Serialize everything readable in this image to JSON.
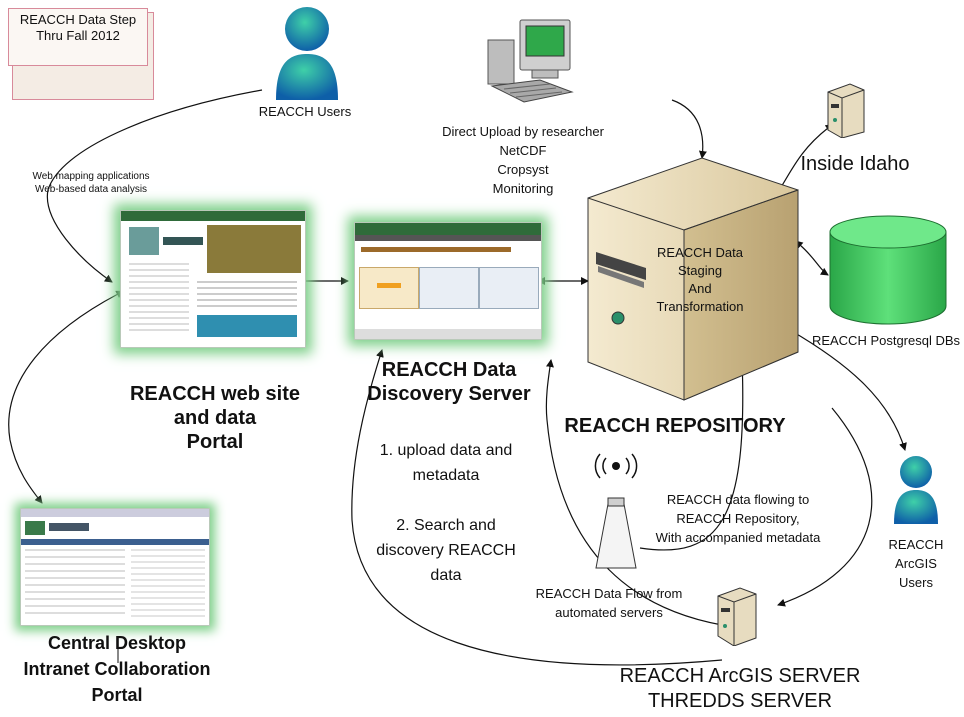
{
  "note": "REACCH Data Step\nThru\nFall 2012",
  "users": "REACCH Users",
  "web_notes": "Web mapping applications\nWeb-based data analysis",
  "upload_sources": "Direct Upload by researcher\nNetCDF\nCropsyst\nMonitoring",
  "inside_idaho": "Inside Idaho",
  "staging": "REACCH Data\nStaging\nAnd\nTransformation",
  "postgres": "REACCH Postgresql DBs",
  "web_portal": "REACCH web site\nand data\nPortal",
  "discovery": "REACCH Data\nDiscovery Server",
  "repository": "REACCH REPOSITORY",
  "steps": "1. upload data and\nmetadata\n\n2. Search and\ndiscovery REACCH\ndata",
  "flowing": "REACCH data flowing to\nREACCH Repository,\nWith accompanied metadata",
  "flow_from": "REACCH Data Flow from\nautomated servers",
  "arcgis_users": "REACCH\nArcGIS\nUsers",
  "arcgis_server": "REACCH ArcGIS SERVER\nTHREDDS SERVER",
  "central": "Central Desktop\nIntranet Collaboration\nPortal",
  "colors": {
    "glow": "#7fd08a",
    "database": "#3fbf5a",
    "person": "#1a8c7a",
    "server": "#e6d7b2"
  }
}
